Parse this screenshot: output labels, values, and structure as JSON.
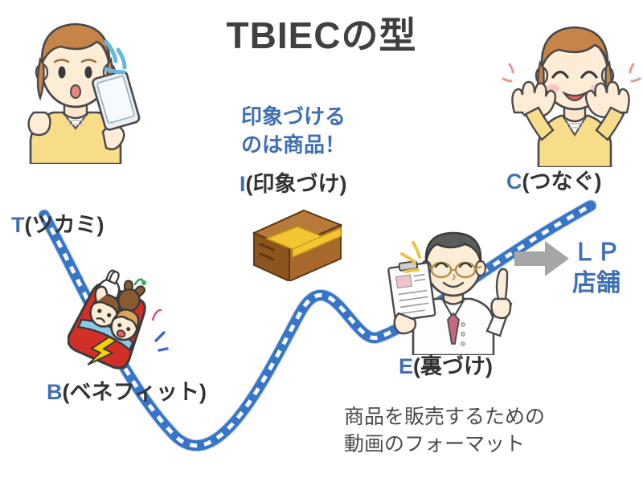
{
  "title": "TBIECの型",
  "colors": {
    "accent_blue": "#3f6fb5",
    "track_blue": "#2a6ec4",
    "track_blue_faded": "#a8c4e4",
    "text_dark": "#333333",
    "title_gray": "#404040",
    "arrow_gray": "#a6a6a6",
    "shirt_yellow": "#f7dd8a",
    "hair_brown": "#c78448",
    "box_brown": "#9a5f2a",
    "box_tape_yellow": "#f2c531",
    "coaster_red": "#d32f28"
  },
  "stages": [
    {
      "key": "T",
      "label": "T(ツカミ)"
    },
    {
      "key": "B",
      "label": "B(ベネフィット)"
    },
    {
      "key": "I",
      "label": "I(印象づけ)"
    },
    {
      "key": "E",
      "label": "E(裏づけ)"
    },
    {
      "key": "C",
      "label": "C(つなぐ)"
    }
  ],
  "labels": {
    "t": "T(ツカミ)",
    "b": "B(ベネフィット)",
    "i": "I(印象づけ)",
    "e": "E(裏づけ)",
    "c": "C(つなぐ)"
  },
  "impression_note": {
    "line1": "印象づける",
    "line2": "のは商品！"
  },
  "destination": {
    "line1": "ＬＰ",
    "line2": "店舗"
  },
  "caption": {
    "line1": "商品を販売するための",
    "line2": "動画のフォーマット"
  },
  "illustrations": {
    "woman_phone": "woman-with-smartphone-surprised",
    "woman_cheering": "woman-cheering-hands-up",
    "cardboard_box": "cardboard-parcel-box",
    "roller_coaster_kids": "red-roller-coaster-car-with-kids",
    "expert_doctor": "expert-in-white-coat-pointing-up",
    "arrow": "right-arrow-icon",
    "track": "roller-coaster-track"
  }
}
